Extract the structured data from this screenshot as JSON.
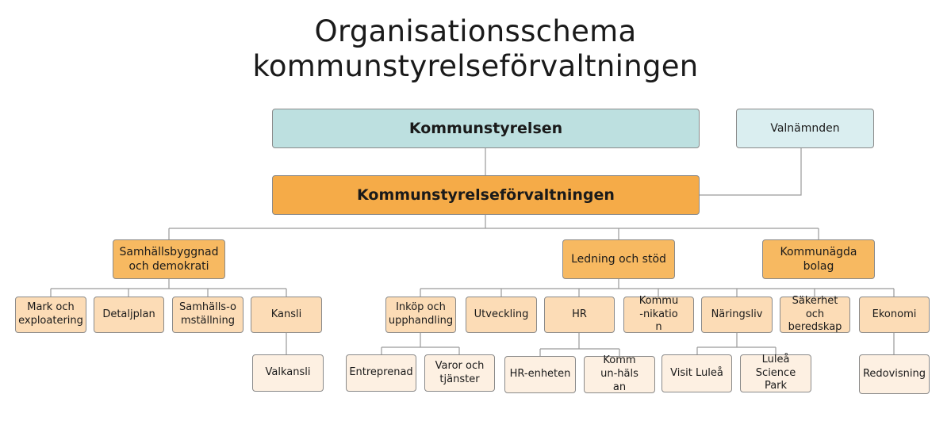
{
  "title_line1": "Organisationsschema",
  "title_line2": "kommunstyrelseförvaltningen",
  "top": {
    "kommunstyrelsen": "Kommunstyrelsen",
    "valnamnden": "Valnämnden",
    "forvaltningen": "Kommunstyrelseförvaltningen"
  },
  "areas": {
    "samhallsbyggnad": "Samhällsbyggnad och demokrati",
    "ledning": "Ledning och stöd",
    "bolag": "Kommunägda bolag"
  },
  "units": {
    "mark": "Mark och exploatering",
    "detaljplan": "Detaljplan",
    "omstallning": "Samhälls-omställning",
    "kansli": "Kansli",
    "valkansli": "Valkansli",
    "inkop": "Inköp och upphandling",
    "utveckling": "Utveckling",
    "hr": "HR",
    "kommunikation": "Kommu-nikation",
    "naringsliv": "Näringsliv",
    "sakerhet": "Säkerhet och beredskap",
    "ekonomi": "Ekonomi",
    "entreprenad": "Entreprenad",
    "varor": "Varor och tjänster",
    "hrenheten": "HR-enheten",
    "halsan": "Kommun-hälsan",
    "visit": "Visit Luleå",
    "science": "Luleå Science Park",
    "redovisning": "Redovisning"
  },
  "colors": {
    "teal": "#bde0e0",
    "teal_light": "#daeef0",
    "orange": "#f5ab48",
    "orange_area": "#f7b961",
    "peach": "#fcdcb6",
    "cream": "#fdf0e2",
    "line": "#9a9a9a"
  }
}
